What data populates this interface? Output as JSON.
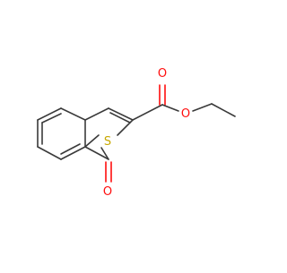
{
  "molecule": {
    "atom_labels": {
      "sulfur": "S",
      "ketone_oxygen": "O",
      "carbonyl_oxygen": "O",
      "ester_oxygen": "O"
    },
    "colors": {
      "bond": "#3a3a3a",
      "oxygen": "#ff0d0d",
      "sulfur": "#c8a800",
      "background": "#ffffff"
    }
  }
}
